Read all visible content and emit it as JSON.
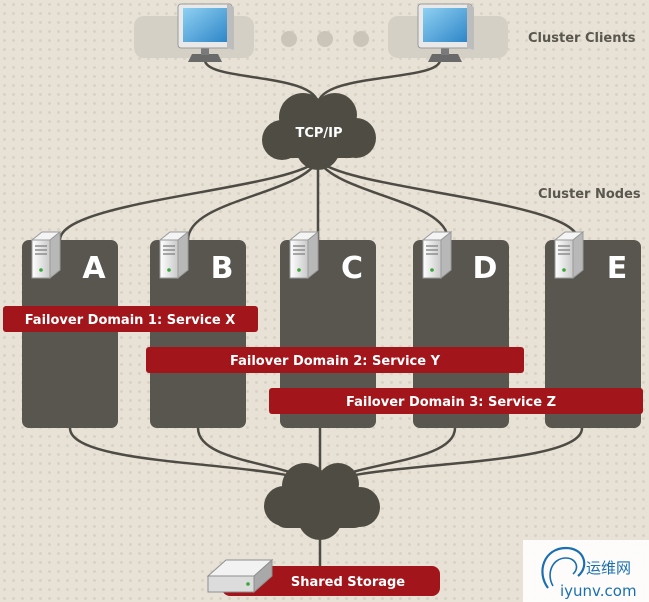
{
  "labels": {
    "cluster_clients": "Cluster Clients",
    "cluster_nodes": "Cluster Nodes",
    "network": "TCP/IP",
    "shared_storage": "Shared Storage"
  },
  "nodes": [
    "A",
    "B",
    "C",
    "D",
    "E"
  ],
  "failover_domains": [
    "Failover Domain 1: Service X",
    "Failover Domain 2: Service Y",
    "Failover Domain 3: Service Z"
  ],
  "watermark": {
    "chinese": "运维网",
    "site": "iyunv.com"
  },
  "colors": {
    "node_column": "#58564e",
    "cloud": "#4f4c44",
    "failover_bar": "#a2161b",
    "client_band": "#d5d0c6",
    "background": "#e7e1d6"
  }
}
